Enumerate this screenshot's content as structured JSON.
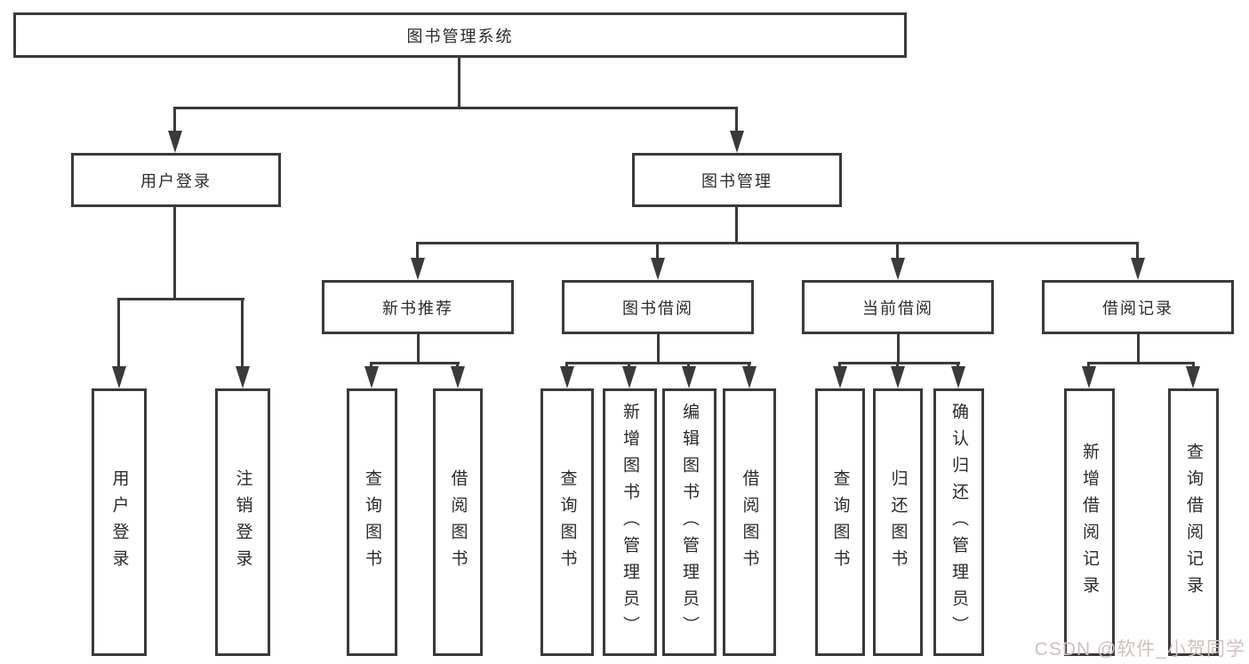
{
  "structure": {
    "root": "图书管理系统",
    "children": [
      {
        "label": "用户登录",
        "children": [
          "用户登录",
          "注销登录"
        ]
      },
      {
        "label": "图书管理",
        "children": [
          {
            "label": "新书推荐",
            "children": [
              "查询图书",
              "借阅图书"
            ]
          },
          {
            "label": "图书借阅",
            "children": [
              "查询图书",
              "新增图书（管理员）",
              "编辑图书（管理员）",
              "借阅图书"
            ]
          },
          {
            "label": "当前借阅",
            "children": [
              "查询图书",
              "归还图书",
              "确认归还（管理员）"
            ]
          },
          {
            "label": "借阅记录",
            "children": [
              "新增借阅记录",
              "查询借阅记录"
            ]
          }
        ]
      }
    ]
  },
  "watermark": {
    "text": "CSDN @软件_小贺同学",
    "color": "#cdc2c0"
  },
  "colors": {
    "line": "#3a3a3a",
    "text": "#2b2b2b",
    "background": "#ffffff"
  }
}
